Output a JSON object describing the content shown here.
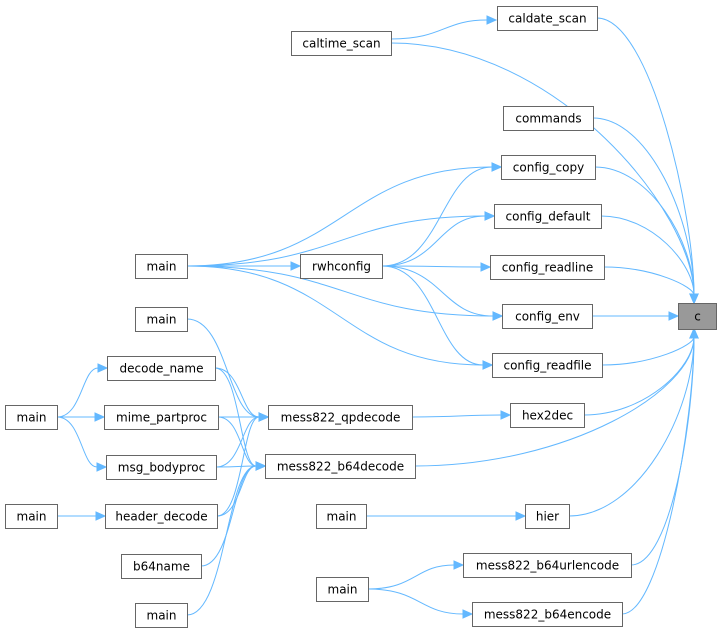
{
  "graph": {
    "focus": "c",
    "nodes": {
      "c": "c",
      "caldate_scan": "caldate_scan",
      "caltime_scan": "caltime_scan",
      "commands": "commands",
      "config_copy": "config_copy",
      "config_default": "config_default",
      "config_readline": "config_readline",
      "config_env": "config_env",
      "config_readfile": "config_readfile",
      "hex2dec": "hex2dec",
      "mess822_b64decode": "mess822_b64decode",
      "hier": "hier",
      "mess822_b64urlencode": "mess822_b64urlencode",
      "mess822_b64encode": "mess822_b64encode",
      "main_rwh": "main",
      "rwhconfig": "rwhconfig",
      "main_qp": "main",
      "mess822_qpdecode": "mess822_qpdecode",
      "decode_name": "decode_name",
      "main_proc": "main",
      "mime_partproc": "mime_partproc",
      "msg_bodyproc": "msg_bodyproc",
      "main_hdr": "main",
      "header_decode": "header_decode",
      "b64name": "b64name",
      "main_b64": "main",
      "main_hier": "main",
      "main_enc": "main"
    },
    "edges": [
      [
        "caldate_scan",
        "c"
      ],
      [
        "caltime_scan",
        "c"
      ],
      [
        "caltime_scan",
        "caldate_scan"
      ],
      [
        "commands",
        "c"
      ],
      [
        "config_copy",
        "c"
      ],
      [
        "config_default",
        "c"
      ],
      [
        "config_readline",
        "c"
      ],
      [
        "config_env",
        "c"
      ],
      [
        "config_readfile",
        "c"
      ],
      [
        "hex2dec",
        "c"
      ],
      [
        "mess822_b64decode",
        "c"
      ],
      [
        "hier",
        "c"
      ],
      [
        "mess822_b64urlencode",
        "c"
      ],
      [
        "mess822_b64encode",
        "c"
      ],
      [
        "main_rwh",
        "config_copy"
      ],
      [
        "main_rwh",
        "config_default"
      ],
      [
        "main_rwh",
        "rwhconfig"
      ],
      [
        "main_rwh",
        "config_env"
      ],
      [
        "main_rwh",
        "config_readfile"
      ],
      [
        "rwhconfig",
        "config_copy"
      ],
      [
        "rwhconfig",
        "config_default"
      ],
      [
        "rwhconfig",
        "config_readline"
      ],
      [
        "rwhconfig",
        "config_env"
      ],
      [
        "rwhconfig",
        "config_readfile"
      ],
      [
        "mess822_qpdecode",
        "hex2dec"
      ],
      [
        "main_qp",
        "mess822_qpdecode"
      ],
      [
        "decode_name",
        "mess822_qpdecode"
      ],
      [
        "decode_name",
        "mess822_b64decode"
      ],
      [
        "main_proc",
        "decode_name"
      ],
      [
        "main_proc",
        "mime_partproc"
      ],
      [
        "main_proc",
        "msg_bodyproc"
      ],
      [
        "mime_partproc",
        "mess822_qpdecode"
      ],
      [
        "mime_partproc",
        "mess822_b64decode"
      ],
      [
        "msg_bodyproc",
        "mess822_qpdecode"
      ],
      [
        "msg_bodyproc",
        "mess822_b64decode"
      ],
      [
        "main_hdr",
        "header_decode"
      ],
      [
        "header_decode",
        "mess822_qpdecode"
      ],
      [
        "header_decode",
        "mess822_b64decode"
      ],
      [
        "b64name",
        "mess822_b64decode"
      ],
      [
        "main_b64",
        "mess822_b64decode"
      ],
      [
        "main_hier",
        "hier"
      ],
      [
        "main_enc",
        "mess822_b64urlencode"
      ],
      [
        "main_enc",
        "mess822_b64encode"
      ]
    ]
  }
}
